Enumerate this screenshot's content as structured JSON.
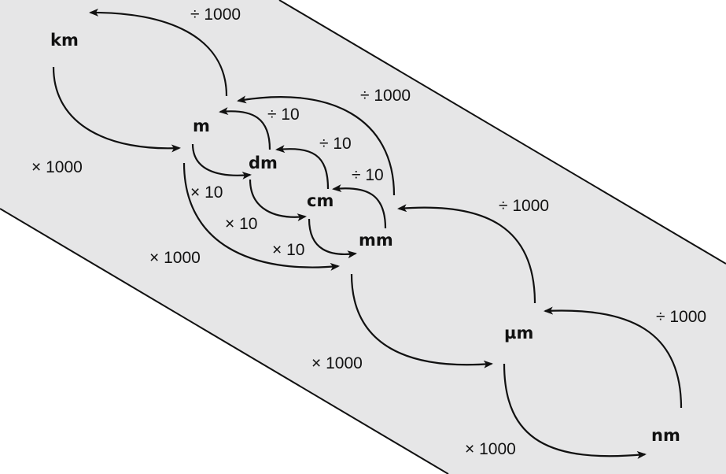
{
  "colors": {
    "band": "#e6e6e7",
    "ink": "#111111"
  },
  "units": {
    "km": "km",
    "m": "m",
    "dm": "dm",
    "cm": "cm",
    "mm": "mm",
    "um": "µm",
    "nm": "nm"
  },
  "conversions": {
    "km_from_m": "÷ 1000",
    "km_to_m": "× 1000",
    "m_to_dm": "× 10",
    "dm_to_m": "÷ 10",
    "dm_to_cm": "× 10",
    "cm_to_dm": "÷ 10",
    "cm_to_mm": "× 10",
    "mm_to_cm": "÷ 10",
    "m_to_mm": "× 1000",
    "mm_to_m": "÷ 1000",
    "mm_to_um": "× 1000",
    "um_to_mm": "÷ 1000",
    "um_to_nm": "× 1000",
    "nm_to_um": "÷ 1000"
  }
}
